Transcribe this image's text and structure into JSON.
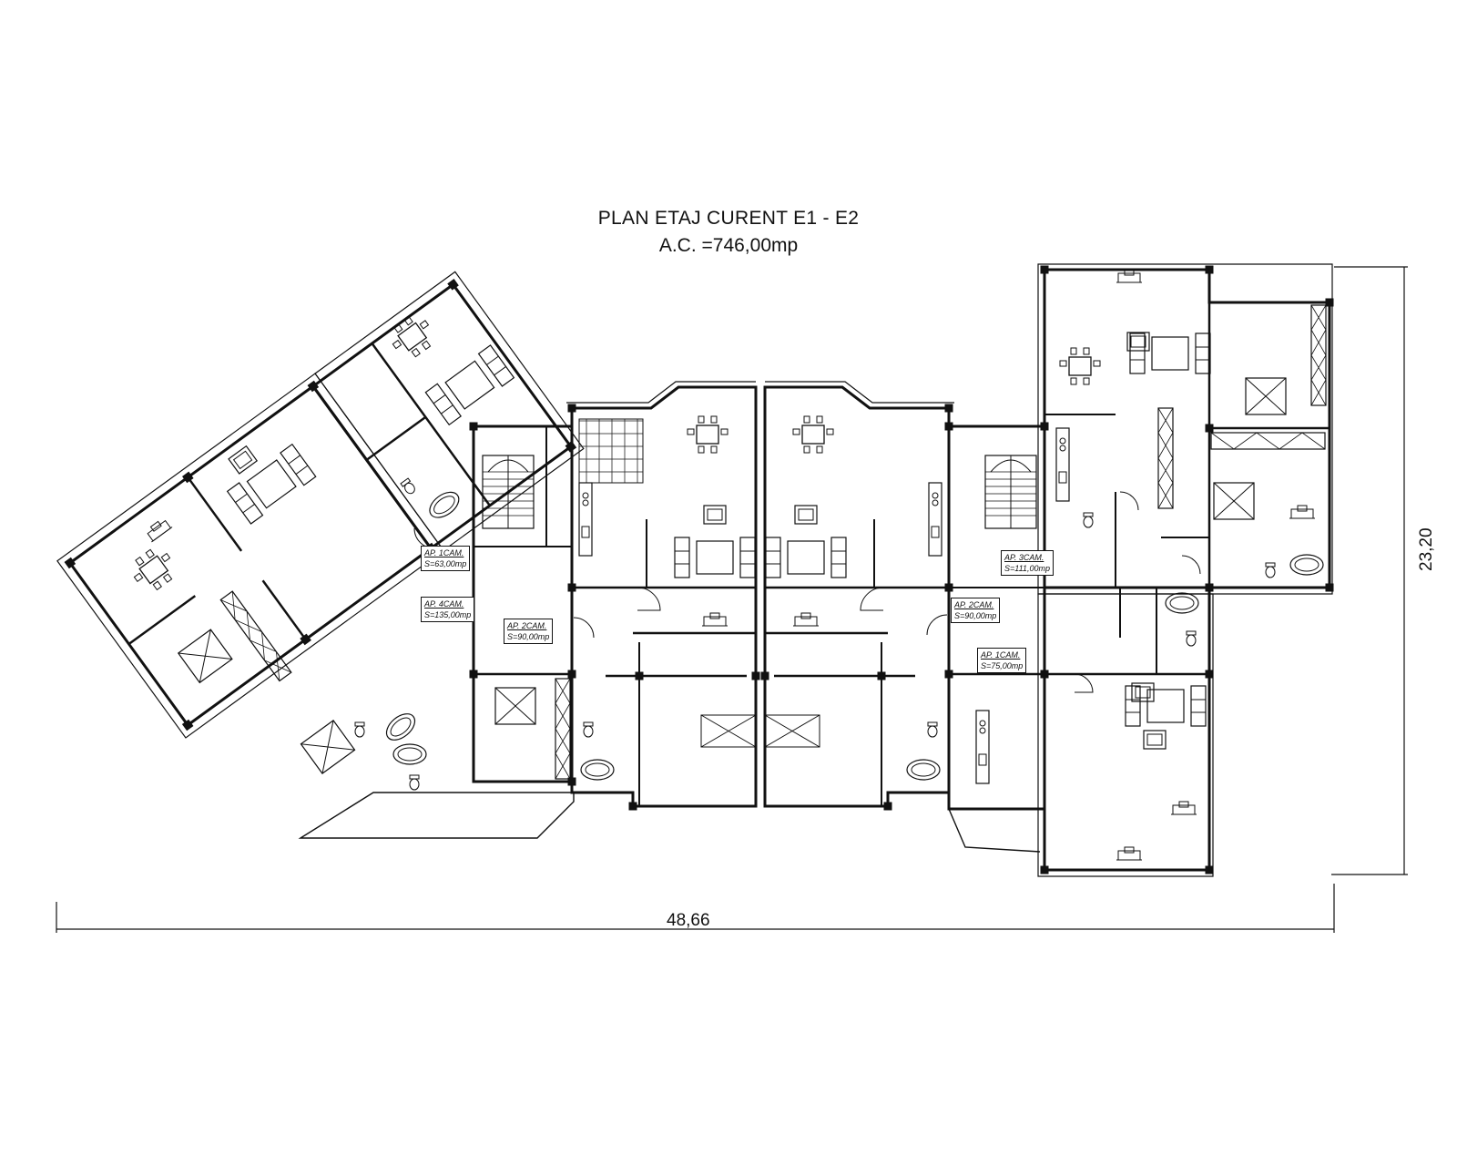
{
  "drawing": {
    "title": "PLAN ETAJ CURENT E1 - E2",
    "area": "A.C. =746,00mp"
  },
  "dimensions": {
    "width": "48,66",
    "height": "23,20"
  },
  "apartments": [
    {
      "name": "AP. 1CAM.",
      "area": "S=63,00mp"
    },
    {
      "name": "AP. 4CAM.",
      "area": "S=135,00mp"
    },
    {
      "name": "AP. 2CAM.",
      "area": "S=90,00mp"
    },
    {
      "name": "AP. 3CAM.",
      "area": "S=111,00mp"
    },
    {
      "name": "AP. 2CAM.",
      "area": "S=90,00mp"
    },
    {
      "name": "AP. 1CAM.",
      "area": "S=75,00mp"
    }
  ]
}
